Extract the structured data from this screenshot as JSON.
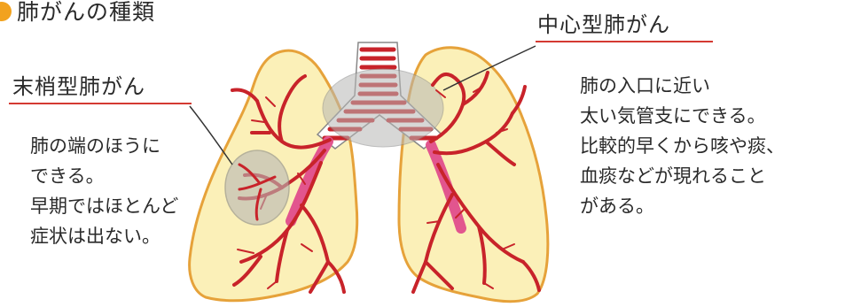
{
  "title": "肺がんの種類",
  "peripheral": {
    "label": "末梢型肺がん",
    "description": [
      "肺の端のほうに",
      "できる。",
      "早期ではほとんど",
      "症状は出ない。"
    ]
  },
  "central": {
    "label": "中心型肺がん",
    "description": [
      "肺の入口に近い",
      "太い気管支にできる。",
      "比較的早くから咳や痰、",
      "血痰などが現れること",
      "がある。"
    ]
  },
  "colors": {
    "lung_fill": "#fbf0b8",
    "lung_edge": "#e6a23a",
    "bronchi_red": "#c8232a",
    "bronchi_pink": "#e2558e",
    "tumor_gray": "#b7b7b5",
    "accent_line": "#d43a32",
    "bullet": "#f2a21e"
  }
}
